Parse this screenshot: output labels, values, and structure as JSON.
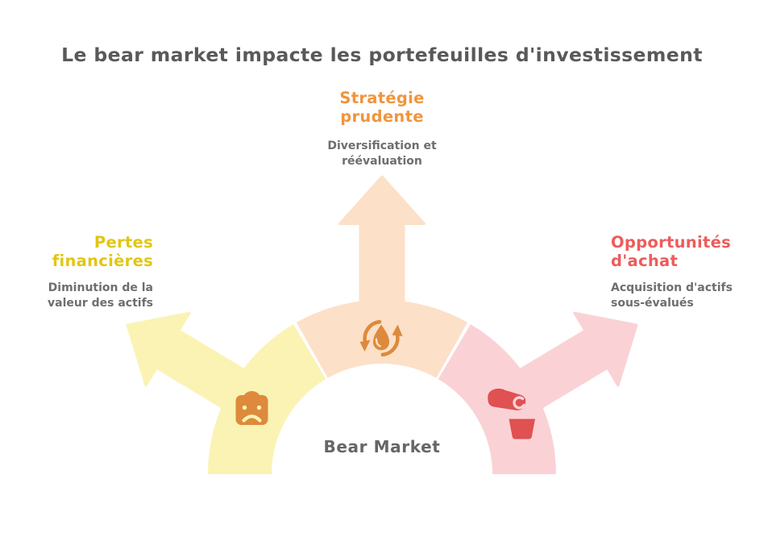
{
  "title": "Le bear market impacte les portefeuilles d'investissement",
  "center": {
    "label": "Bear Market"
  },
  "branches": {
    "left": {
      "title_lines": [
        "Pertes",
        "financières"
      ],
      "subtitle_lines": [
        "Diminution de la",
        "valeur des actifs"
      ],
      "title_color": "#e2c613",
      "arrow_fill": "#faf3b4",
      "icon": "sad-shopping-bag-icon",
      "icon_color": "#dd8a3c"
    },
    "top": {
      "title_lines": [
        "Stratégie",
        "prudente"
      ],
      "subtitle_lines": [
        "Diversification et",
        "réévaluation"
      ],
      "title_color": "#f0953d",
      "arrow_fill": "#fce0c8",
      "icon": "water-drop-cycle-icon",
      "icon_color": "#dd8a3c"
    },
    "right": {
      "title_lines": [
        "Opportunités",
        "d'achat"
      ],
      "subtitle_lines": [
        "Acquisition d'actifs",
        "sous-évalués"
      ],
      "title_color": "#ee5b5b",
      "arrow_fill": "#fad2d6",
      "icon": "hand-coin-bucket-icon",
      "icon_color": "#e05151"
    }
  },
  "colors": {
    "background": "#ffffff",
    "title_text": "#595959",
    "subtitle_text": "#6e6e6e",
    "center_label_text": "#666666"
  }
}
